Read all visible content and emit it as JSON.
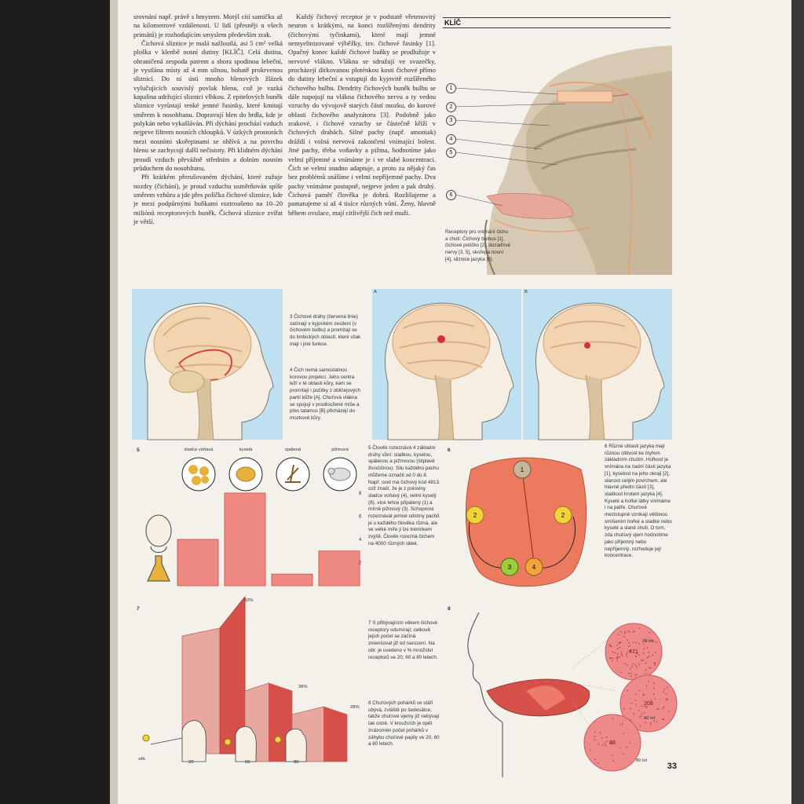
{
  "col1": [
    "srovnání např. právě s hmyzem. Motýl cítí samičku až na kilometrové vzdálenosti. U lidí (přesněji u všech primátů) je rozhodujícím smyslem především zrak.",
    "Čichová sliznice je malá nažloutlá, asi 5 cm² velká ploška v klenbě nosní dutiny [KLÍČ]. Celá dutina, ohraničená zespoda patrem a shora spodinou lebeční, je vystlána místy až 4 mm silnou, bohatě prokrvenou sliznicí. Do ní ústí mnoho hlenových žlázek vylučujících souvislý povlak hlenu, což je vazká kapalina udržující sliznici vlhkou. Z epitelových buněk sliznice vyrůstají tenké jemné řasinky, které kmitají směrem k nosohltanu. Dopravují hlen do hrdla, kde je polykán nebo vykašláván. Při dýchání prochází vzduch nejprve filtrem nosních chloupků. V úzkých prostorách mezi nosními skořepinami se ohřívá a na povrchu hlenu se zachycují další nečistoty. Při klidném dýchání proudí vzduch převážně středním a dolním nosním průduchem do nosohltanu.",
    "Při krátkém přerušovaném dýchání, které zužuje nozdry (čichání), je proud vzduchu usměrňován spíše směrem vzhůru a jde přes políčka čichové sliznice, kde je mezi podpůrnými buňkami roztroušeno na 10–20 miliónů receptorových buněk. Čichová sliznice zvířat je větší."
  ],
  "col2": [
    "Každý čichový receptor je v podstatě vřetenovitý neuron s krátkými, na konci rozšířenými dendrity (čichovými tyčinkami), které mají jemné nemyelinizované výběžky, tzv. čichové řasinky [1]. Opačný konec každé čichové buňky se prodlužuje v nervové vlákno. Vlákna se sdružují ve svazečky, procházejí dírkovanou ploténkou kosti čichové přímo do dutiny lebeční a vstupují do kyjovitě rozšířeného čichového bulbu. Dendrity čichových buněk bulbu se dále napojují na vlákna čichového nervu a ty vedou vzruchy do vývojově starých částí mozku, do korové oblasti čichového analyzátoru [3]. Podobně jako zrakové, i čichové vzruchy se částečně kříží v čichových drahách. Silné pachy (např. amoniak) dráždí i volná nervová zakončení vnímající bolest. Jiné pachy, třeba voňavky a pižma, hodnotíme jako velmi příjemné a vnímáme je i ve slabé koncentraci. Čich se velmi snadno adaptuje, a proto za nějaký čas bez problémů snášíme i velmi nepříjemné pachy. Dva pachy vnímáme postupně, nejprve jeden a pak druhý. Čichová paměť člověka je dobrá. Rozlišujeme a pamatujeme si až 4 tisíce různých vůní. Ženy, hlavně během ovulace, mají citlivější čich než muži."
  ],
  "klic": "KLÍČ",
  "klic_caption": "Receptory pro vnímání čichu a chuti: Čichový bulbus [1], čichové políčko [2], dozaďové nervy [3, 5], skořepa nosní [4], sliznice jazyka [6].",
  "key_numbers": [
    "1",
    "2",
    "3",
    "4",
    "5",
    "6"
  ],
  "cap3": "3 Čichové dráhy (červená linie) začínají v kyjovitém zesílení (v čichovém bulbu) a promítají se do limbických oblastí, které však mají i jiné funkce.",
  "cap4": "4 Čich nemá samostatnou korovou projekci. Jeho centra leží v té oblasti kůry, kam se promítají i počitky z obličejových partií kůže [A]. Chuťová vlákna se spojují v prodloužené míše a přes talamus [B] přicházejí do mozkové kůry.",
  "fig4_labels": [
    "A",
    "B"
  ],
  "cap5": "5 Člověk rozeznává 4 základní druhy vůní: sladkou, kyselou, spálenou a pižmovou (štiplavě živočišnou). Silu každého pachu můžeme označit od 0 do 8. Např. ocet má čichový kód 4813, což značí, že je z poloviny sladce voňavý (4), velmi kyselý (8), více lehce připálený (1) a mírně pižmový (3). Schopnost rozeznávat jemné odstíny pachů je u každého člověka různá, ale ve velké míře ji lze tréninkem zvýšit. Člověk rozezná čichem na 4000 různých látek.",
  "fig5": {
    "num": "5",
    "categories": [
      "sladce voňavá",
      "kyselá",
      "spálená",
      "pižmová"
    ],
    "y_ticks": [
      "8",
      "6",
      "4",
      "2"
    ]
  },
  "cap6": "6 Různé oblasti jazyka mají různou citlivost ke čtyřem základním chutím. Hořkost je vnímána na zadní části jazyka [1], kyselost na jeho okraji [2], slanost celým povrchem, ale hlavně přední částí [3], sladkost hrotem jazyka [4]. Kyselé a hořké látky vnímáme i na patře. Chuťové mezistupně vznikají většinou smíšením hořké a sladké nebo kyselé a slané chuti. O tom, zda chuťový vjem hodnotíme jako příjemný nebo nepříjemný, rozhoduje její koncentrace.",
  "fig6": {
    "num": "6",
    "zones": [
      "1",
      "2",
      "2",
      "3",
      "4"
    ]
  },
  "cap7": "7 S přibývajícím věkem čichové receptory odumírají; celkově jejich počet se začíná zmenšovat již od narození. Na obr. je uvedeno v % množství receptorů ve 20, 60 a 80 letech.",
  "fig7": {
    "num": "7",
    "age_label": "věk",
    "ages": [
      "20",
      "60",
      "80"
    ],
    "percents": [
      "82%",
      "38%",
      "28%"
    ]
  },
  "cap8": "8 Chuťových pohárků ve stáří ubývá, zvláště po šedesátce, takže chuťové vjemy již nebývají tak ostré. V kroužcích je opět znázorněn počet pohárků v záhybu chuťové papily ve 20, 60 a 80 letech.",
  "fig8": {
    "num": "8",
    "values": [
      "471",
      "208",
      "88"
    ],
    "ages": [
      "20 let",
      "60 let",
      "80 let"
    ]
  },
  "page_number": "33",
  "chart_data": {
    "type": "bar",
    "categories": [
      "sladce voňavá",
      "kyselá",
      "spálená",
      "pižmová"
    ],
    "values": [
      4,
      8,
      1,
      3
    ],
    "ylim": [
      0,
      8
    ],
    "xlabel": "",
    "ylabel": ""
  }
}
